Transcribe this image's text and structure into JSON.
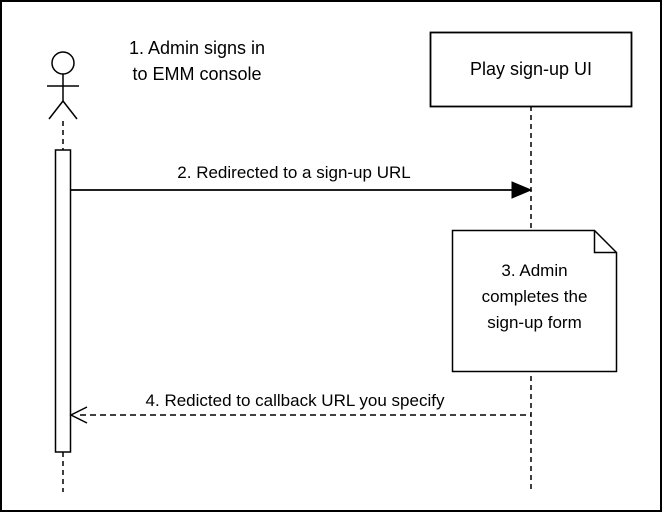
{
  "diagram": {
    "kind": "uml-sequence-diagram",
    "colors": {
      "stroke": "#000000",
      "background": "#ffffff",
      "shape_fill": "#ffffff"
    },
    "actor": {
      "id": "admin",
      "annotation": "1. Admin signs in\nto EMM console"
    },
    "participant": {
      "id": "play-signup-ui",
      "label": "Play sign-up UI"
    },
    "messages": [
      {
        "num": "2",
        "label": "2. Redirected to a sign-up URL",
        "from": "admin",
        "to": "play-signup-ui",
        "line_style": "solid",
        "arrowhead": "filled"
      },
      {
        "num": "4",
        "label": "4. Redicted to callback URL you specify",
        "from": "play-signup-ui",
        "to": "admin",
        "line_style": "dashed",
        "arrowhead": "open"
      }
    ],
    "note": {
      "num": "3",
      "label": "3. Admin\ncompletes the\nsign-up form"
    }
  }
}
